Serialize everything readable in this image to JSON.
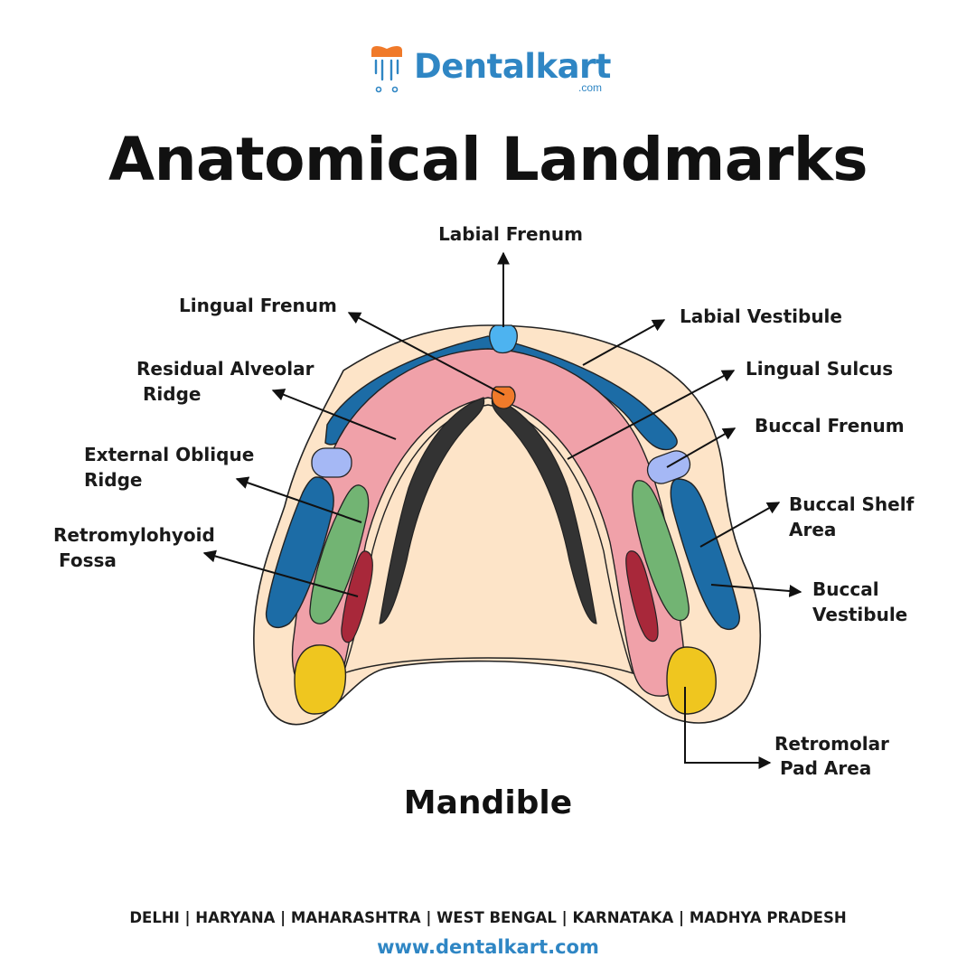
{
  "brand": {
    "name": "Dentalkart",
    "suffix": ".com",
    "color": "#2f86c4",
    "accent_color": "#f07a2a",
    "icon": "tooth-logo-icon"
  },
  "title": "Anatomical Landmarks",
  "caption": "Mandible",
  "labels": {
    "labial_frenum": "Labial Frenum",
    "lingual_frenum": "Lingual Frenum",
    "labial_vestibule": "Labial Vestibule",
    "residual_alveolar_ridge_1": "Residual Alveolar",
    "residual_alveolar_ridge_2": "Ridge",
    "lingual_sulcus": "Lingual Sulcus",
    "buccal_frenum": "Buccal Frenum",
    "external_oblique_ridge_1": "External Oblique",
    "external_oblique_ridge_2": "Ridge",
    "buccal_shelf_area_1": "Buccal Shelf",
    "buccal_shelf_area_2": "Area",
    "retromylohyoid_fossa_1": "Retromylohyoid",
    "retromylohyoid_fossa_2": "Fossa",
    "buccal_vestibule_1": "Buccal",
    "buccal_vestibule_2": "Vestibule",
    "retromolar_pad_area_1": "Retromolar",
    "retromolar_pad_area_2": "Pad Area"
  },
  "colors": {
    "mucosa": "#fde4c8",
    "vestibule": "#1c6ca6",
    "ridge": "#f0a1a9",
    "lingual_sulcus": "#333333",
    "external_oblique_ridge": "#72b473",
    "retromylohyoid_fossa": "#a8283a",
    "retromolar_pad": "#efc61f",
    "labial_frenum": "#4db3f0",
    "lingual_frenum": "#f07a2a",
    "buccal_frenum": "#a5b8f5"
  },
  "footer": {
    "locations": "DELHI | HARYANA | MAHARASHTRA | WEST BENGAL | KARNATAKA | MADHYA PRADESH",
    "website": "www.dentalkart.com"
  }
}
